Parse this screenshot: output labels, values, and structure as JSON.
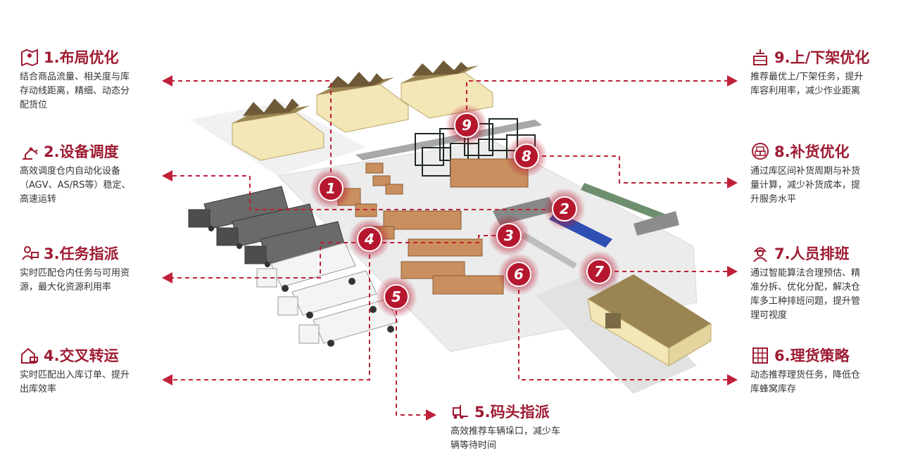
{
  "colors": {
    "accent": "#9e1b32",
    "marker": "#b5172f",
    "halo": "#e8a7b3",
    "dash": "#c0203a"
  },
  "features": [
    {
      "num": "1",
      "title": "1.布局优化",
      "desc": [
        "结合商品流量、相关度与库",
        "存动线距离，精细、动态分",
        "配货位"
      ],
      "icon": "map-pin-icon"
    },
    {
      "num": "2",
      "title": "2.设备调度",
      "desc": [
        "高效调度仓内自动化设备",
        "（AGV、AS/RS等）稳定、",
        "高速运转"
      ],
      "icon": "robot-arm-icon"
    },
    {
      "num": "3",
      "title": "3.任务指派",
      "desc": [
        "实时匹配仓内任务与可用资",
        "源，最大化资源利用率"
      ],
      "icon": "worker-desk-icon"
    },
    {
      "num": "4",
      "title": "4.交叉转运",
      "desc": [
        "实时匹配出入库订单、提升",
        "出库效率"
      ],
      "icon": "warehouse-truck-icon"
    },
    {
      "num": "5",
      "title": "5.码头指派",
      "desc": [
        "高效推荐车辆垛口，减少车",
        "辆等待时间"
      ],
      "icon": "forklift-icon"
    },
    {
      "num": "6",
      "title": "6.理货策略",
      "desc": [
        "动态推荐理货任务，降低仓",
        "库蜂窝库存"
      ],
      "icon": "shelf-icon"
    },
    {
      "num": "7",
      "title": "7.人员排班",
      "desc": [
        "通过智能算法合理预估、精",
        "准分拆、优化分配，解决仓",
        "库多工种排班问题，提升管",
        "理可视度"
      ],
      "icon": "worker-icon"
    },
    {
      "num": "8",
      "title": "8.补货优化",
      "desc": [
        "通过库区间补货周期与补货",
        "量计算，减少补货成本，提",
        "升服务水平"
      ],
      "icon": "boxes-icon"
    },
    {
      "num": "9",
      "title": "9.上/下架优化",
      "desc": [
        "推荐最优上/下架任务，提升",
        "库容利用率，减少作业距离"
      ],
      "icon": "crane-icon"
    }
  ]
}
